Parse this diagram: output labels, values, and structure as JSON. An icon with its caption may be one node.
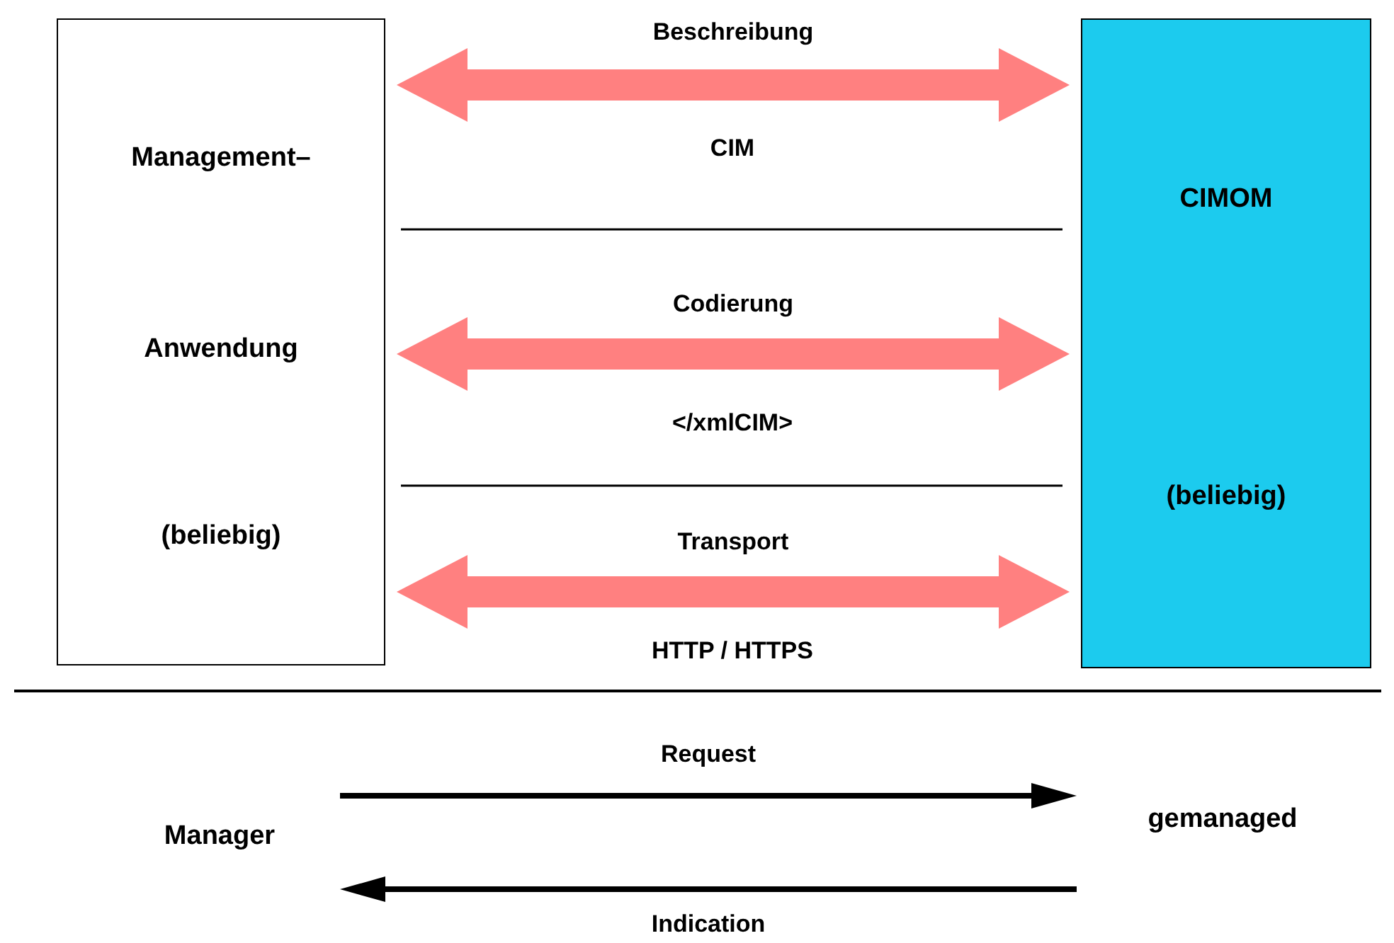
{
  "diagram": {
    "nodes": [
      {
        "text": [
          "Management– Anwendung",
          "(beliebig)"
        ]
      },
      {
        "text": [
          "CIMOM",
          "(beliebig)"
        ]
      },
      {
        "text": [
          "Manager"
        ]
      },
      {
        "text": [
          "gemanaged"
        ]
      }
    ],
    "edges": [
      {
        "from": 0,
        "to": 1,
        "arrow": "both",
        "label": "Beschreibung",
        "color": "#ff8080"
      },
      {
        "from": 0,
        "to": 1,
        "arrow": "both",
        "label": "Codierung",
        "color": "#ff8080"
      },
      {
        "from": 0,
        "to": 1,
        "arrow": "both",
        "label": "Transport",
        "color": "#ff8080"
      },
      {
        "from": 2,
        "to": 3,
        "arrow": "to",
        "label": "Request",
        "color": "#000000"
      },
      {
        "from": 3,
        "to": 2,
        "arrow": "to",
        "label": "Indication",
        "color": "#000000"
      }
    ],
    "labels": [
      "CIM",
      "</xmlCIM>",
      "HTTP / HTTPS"
    ]
  }
}
